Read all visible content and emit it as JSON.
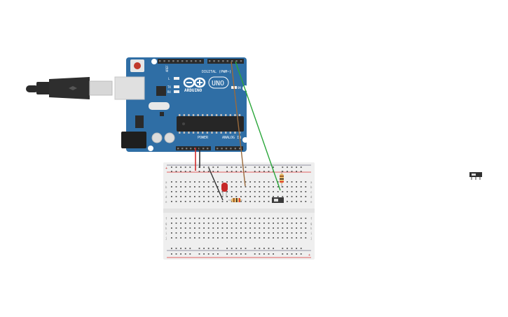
{
  "board": {
    "name": "ARDUINO",
    "model": "UNO",
    "header_digital": "DIGITAL (PWM~)",
    "header_power": "POWER",
    "header_analog": "ANALOG IN",
    "label_aref": "AREF",
    "label_tx": "TX",
    "label_rx": "RX",
    "label_l": "L",
    "label_on": "ON"
  },
  "breadboard": {
    "rows": [
      "a",
      "b",
      "c",
      "d",
      "e",
      "f",
      "g",
      "h",
      "i",
      "j"
    ],
    "plus": "+",
    "minus": "-"
  },
  "colors": {
    "board": "#2f6ea5",
    "board_dark": "#245a88",
    "breadboard": "#efefef",
    "wire_red": "#d22b2b",
    "wire_black": "#333333",
    "wire_brown": "#9a6a3c",
    "wire_green": "#2aa63a",
    "led_red": "#c62828",
    "resistor": "#e6b86a"
  }
}
